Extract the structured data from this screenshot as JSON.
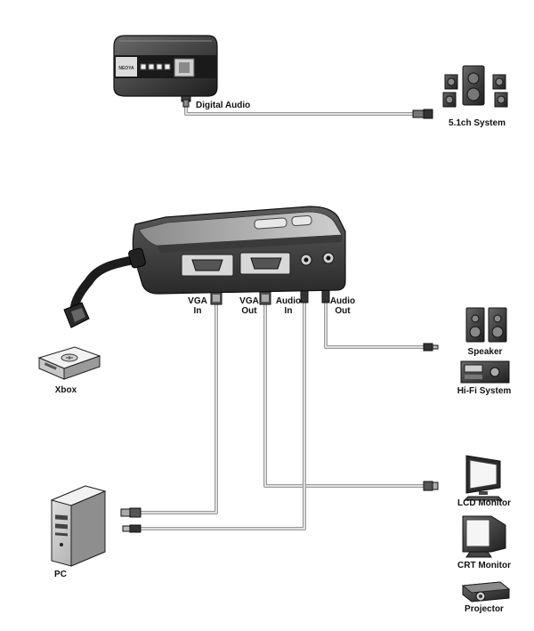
{
  "devices": {
    "decoder": {
      "label": "Digital Audio",
      "brand": "NEOYA"
    },
    "surround": {
      "label": "5.1ch System"
    },
    "xbox": {
      "label": "Xbox"
    },
    "pc": {
      "label": "PC"
    },
    "speaker": {
      "label": "Speaker"
    },
    "hifi": {
      "label": "Hi-Fi System"
    },
    "lcd": {
      "label": "LCD Monitor"
    },
    "crt": {
      "label": "CRT Monitor"
    },
    "projector": {
      "label": "Projector"
    }
  },
  "ports": {
    "vga_in": [
      "VGA",
      "In"
    ],
    "vga_out": [
      "VGA",
      "Out"
    ],
    "audio_in": [
      "Audio",
      "In"
    ],
    "audio_out": [
      "Audio",
      "Out"
    ]
  }
}
